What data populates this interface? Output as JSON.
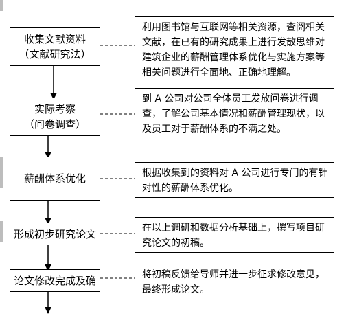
{
  "steps": [
    {
      "line1": "收集文献资料",
      "line2": "（文献研究法）"
    },
    {
      "line1": "实际考察",
      "line2": "（问卷调查）"
    },
    {
      "line1": "薪酬体系优化",
      "line2": ""
    },
    {
      "line1": "形成初步研究论文",
      "line2": ""
    },
    {
      "line1": "论文修改完成及确",
      "line2": ""
    }
  ],
  "notes": [
    {
      "lines": [
        "利用图书馆与互联网等相关资源，查阅相关",
        "文献，在已有的研究成果上进行发散思维对",
        "建筑企业的薪酬管理体系优化与实施方案等",
        "相关问题进行全面地、正确地理解。"
      ]
    },
    {
      "lines": [
        "到 A 公司对公司全体员工发放问卷进行调",
        "查，了解公司基本情况和薪酬管理现状，以",
        "及员工对于薪酬体系的不满之处。"
      ]
    },
    {
      "lines": [
        "根据收集到的资料对 A 公司进行专门的有针",
        "对性的薪酬体系优化。"
      ]
    },
    {
      "lines": [
        "在以上调研和数据分析基础上，撰写项目研",
        "究论文的初稿。"
      ]
    },
    {
      "lines": [
        "将初稿反馈给导师并进一步征求修改意见，",
        "最终形成论文。"
      ]
    }
  ],
  "colors": {
    "line": "#000000",
    "side_mark": "#bdbdbd"
  }
}
